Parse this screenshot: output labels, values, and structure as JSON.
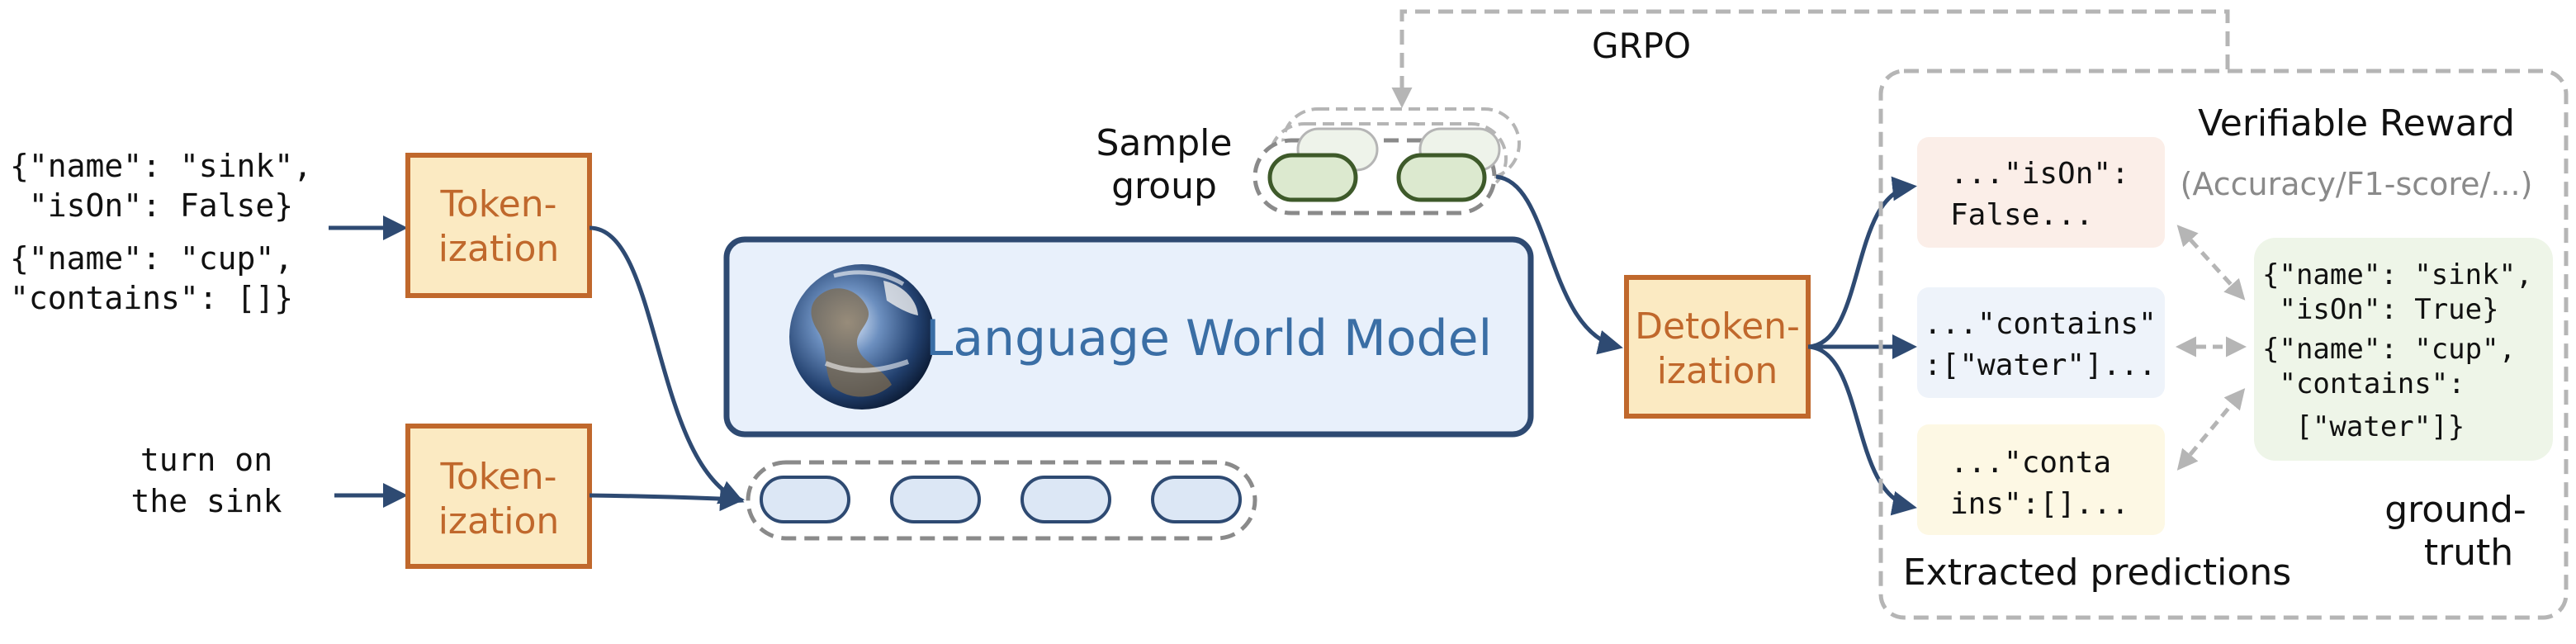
{
  "colors": {
    "arrow_blue": "#2e4a72",
    "grpo_gray": "#b5b5b5",
    "token_box_fill": "#fbeac2",
    "token_box_stroke": "#c0682c",
    "token_text": "#c0682c",
    "lwm_fill": "#e8f0fb",
    "lwm_stroke": "#2e4a72",
    "lwm_text": "#3a6ea5",
    "pill_blue_fill": "#dce7f5",
    "pill_blue_stroke": "#2e4a72",
    "pill_green_fill": "#dce9cf",
    "pill_green_stroke": "#3e5a2a",
    "pred1_fill": "#fbeee8",
    "pred2_fill": "#eef3fa",
    "pred3_fill": "#fdf8e4",
    "gt_fill": "#eef5e8",
    "reward_sub_text": "#8a8a8a"
  },
  "inputs": {
    "state_lines": [
      "{\"name\": \"sink\",",
      " \"isOn\": False}",
      "{\"name\": \"cup\",",
      "\"contains\": []}"
    ],
    "action_lines": [
      "turn on",
      "the sink"
    ]
  },
  "tokenization_top": {
    "line1": "Token-",
    "line2": "ization"
  },
  "tokenization_bottom": {
    "line1": "Token-",
    "line2": "ization"
  },
  "language_world_model": {
    "label": "Language World Model",
    "globe_icon": "earth-globe-icon"
  },
  "sample_group": {
    "line1": "Sample",
    "line2": "group"
  },
  "grpo_label": "GRPO",
  "detokenization": {
    "line1": "Detoken-",
    "line2": "ization"
  },
  "verifiable_reward": {
    "title": "Verifiable Reward",
    "subtitle": "(Accuracy/F1-score/...)"
  },
  "predictions": [
    {
      "lines": [
        "...\"isOn\":",
        "False..."
      ]
    },
    {
      "lines": [
        "...\"contains\"",
        ":[\"water\"]..."
      ]
    },
    {
      "lines": [
        "...\"conta",
        "ins\":[]..."
      ]
    }
  ],
  "extracted_predictions_label": "Extracted predictions",
  "ground_truth": {
    "lines": [
      "{\"name\": \"sink\",",
      " \"isOn\": True}",
      "{\"name\": \"cup\",",
      " \"contains\":",
      " [\"water\"]}"
    ],
    "label_line1": "ground-",
    "label_line2": "truth"
  }
}
